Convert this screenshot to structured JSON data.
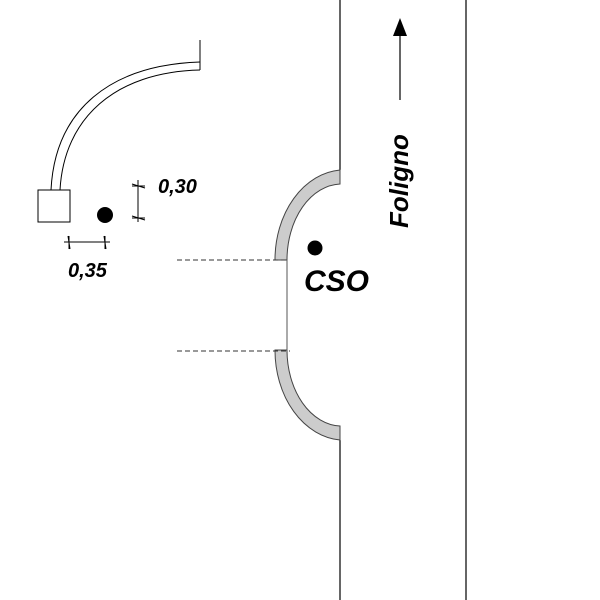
{
  "labels": {
    "dim_vertical": "0,30",
    "dim_horizontal": "0,35",
    "stop_name": "CSO",
    "direction": "Foligno"
  },
  "colors": {
    "line": "#000000",
    "curb_fill": "#cccccc"
  }
}
